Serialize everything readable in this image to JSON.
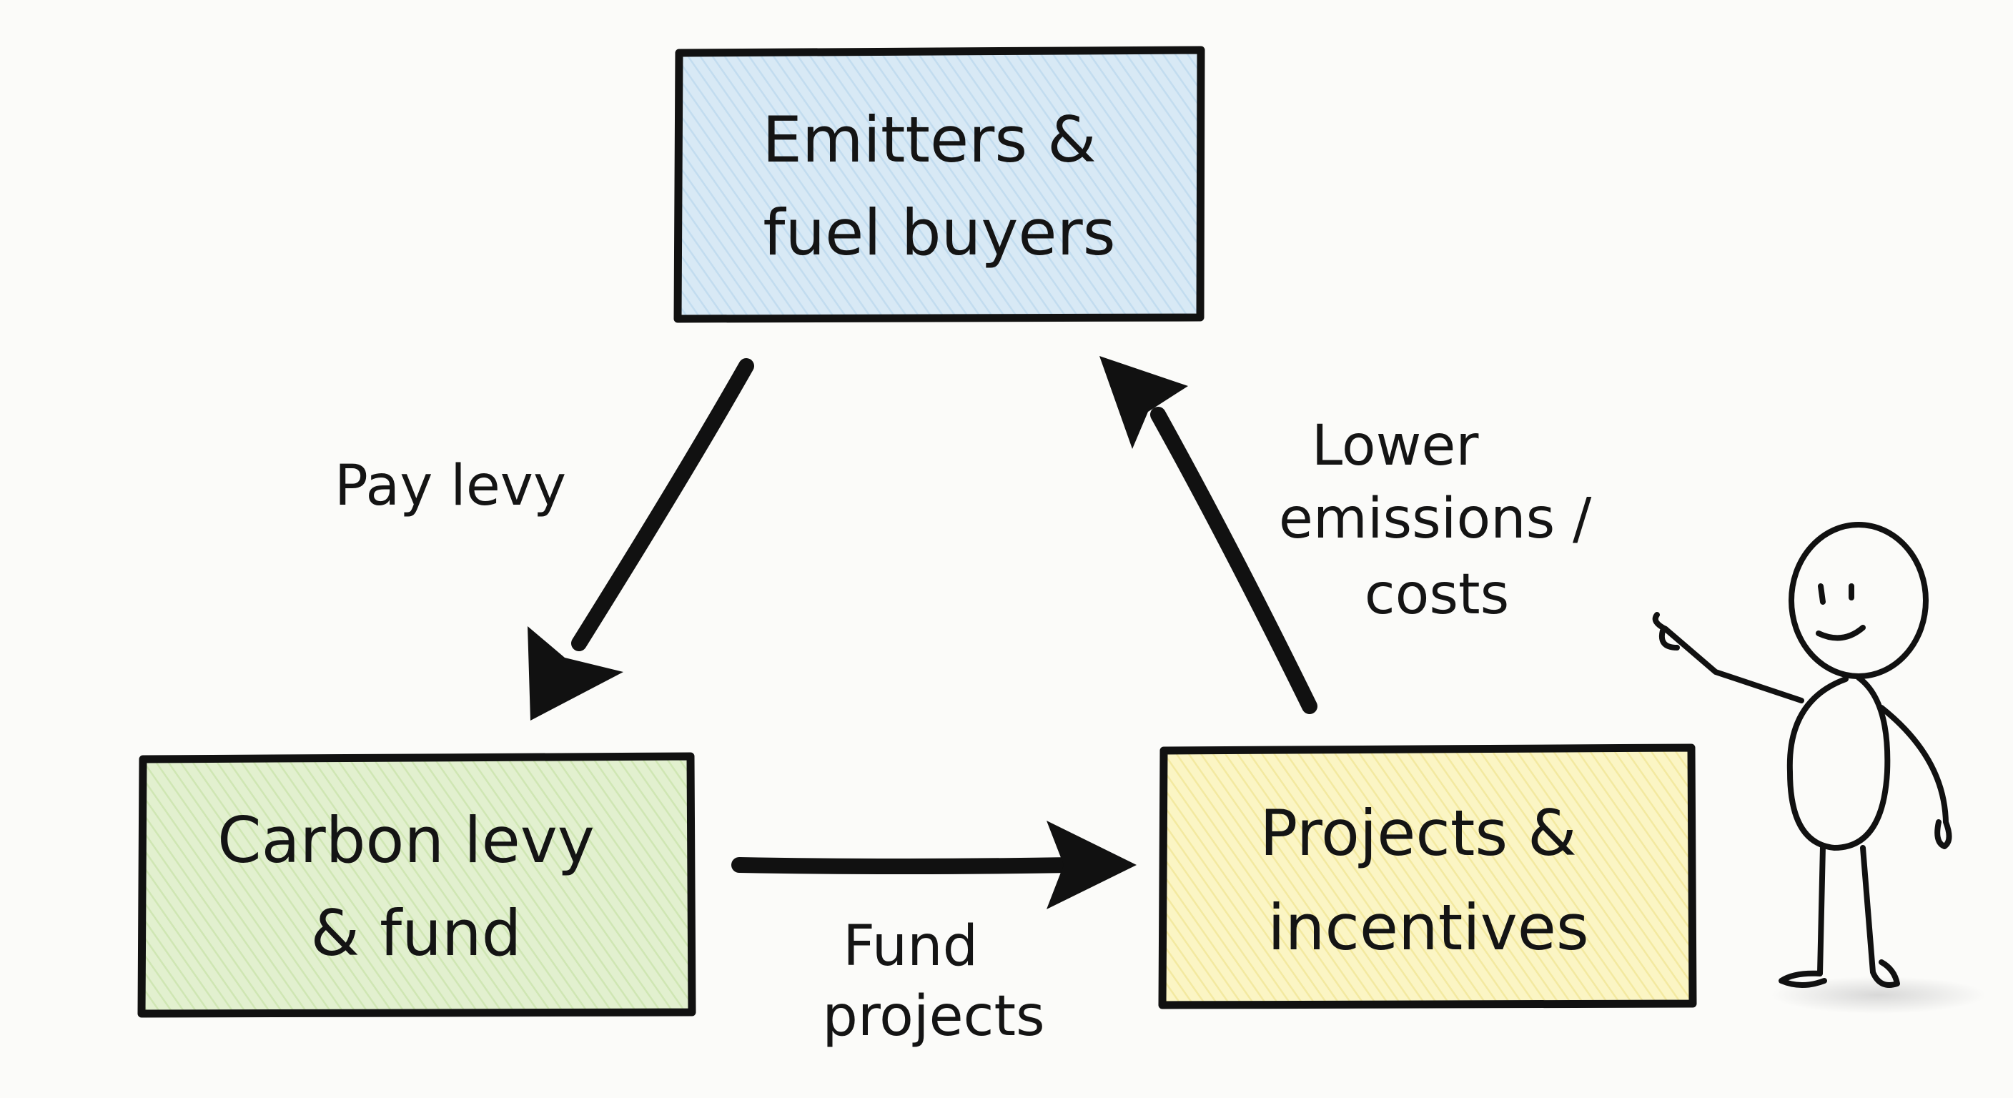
{
  "diagram": {
    "nodes": [
      {
        "id": "emitters",
        "lines": [
          "Emitters &",
          "fuel buyers"
        ],
        "fill": "#d8e9f5",
        "hatch": "#b9d6ee"
      },
      {
        "id": "fund",
        "lines": [
          "Carbon levy",
          "& fund"
        ],
        "fill": "#e2f0cf",
        "hatch": "#c7e2a8"
      },
      {
        "id": "projects",
        "lines": [
          "Projects &",
          "incentives"
        ],
        "fill": "#fbf5c4",
        "hatch": "#f0e38f"
      }
    ],
    "edges": [
      {
        "from": "emitters",
        "to": "fund",
        "lines": [
          "Pay levy"
        ]
      },
      {
        "from": "fund",
        "to": "projects",
        "lines": [
          "Fund",
          "projects"
        ]
      },
      {
        "from": "projects",
        "to": "emitters",
        "lines": [
          "Lower",
          "emissions /",
          "costs"
        ]
      }
    ]
  },
  "colors": {
    "background": "#fbfbf9",
    "ink": "#111111"
  }
}
